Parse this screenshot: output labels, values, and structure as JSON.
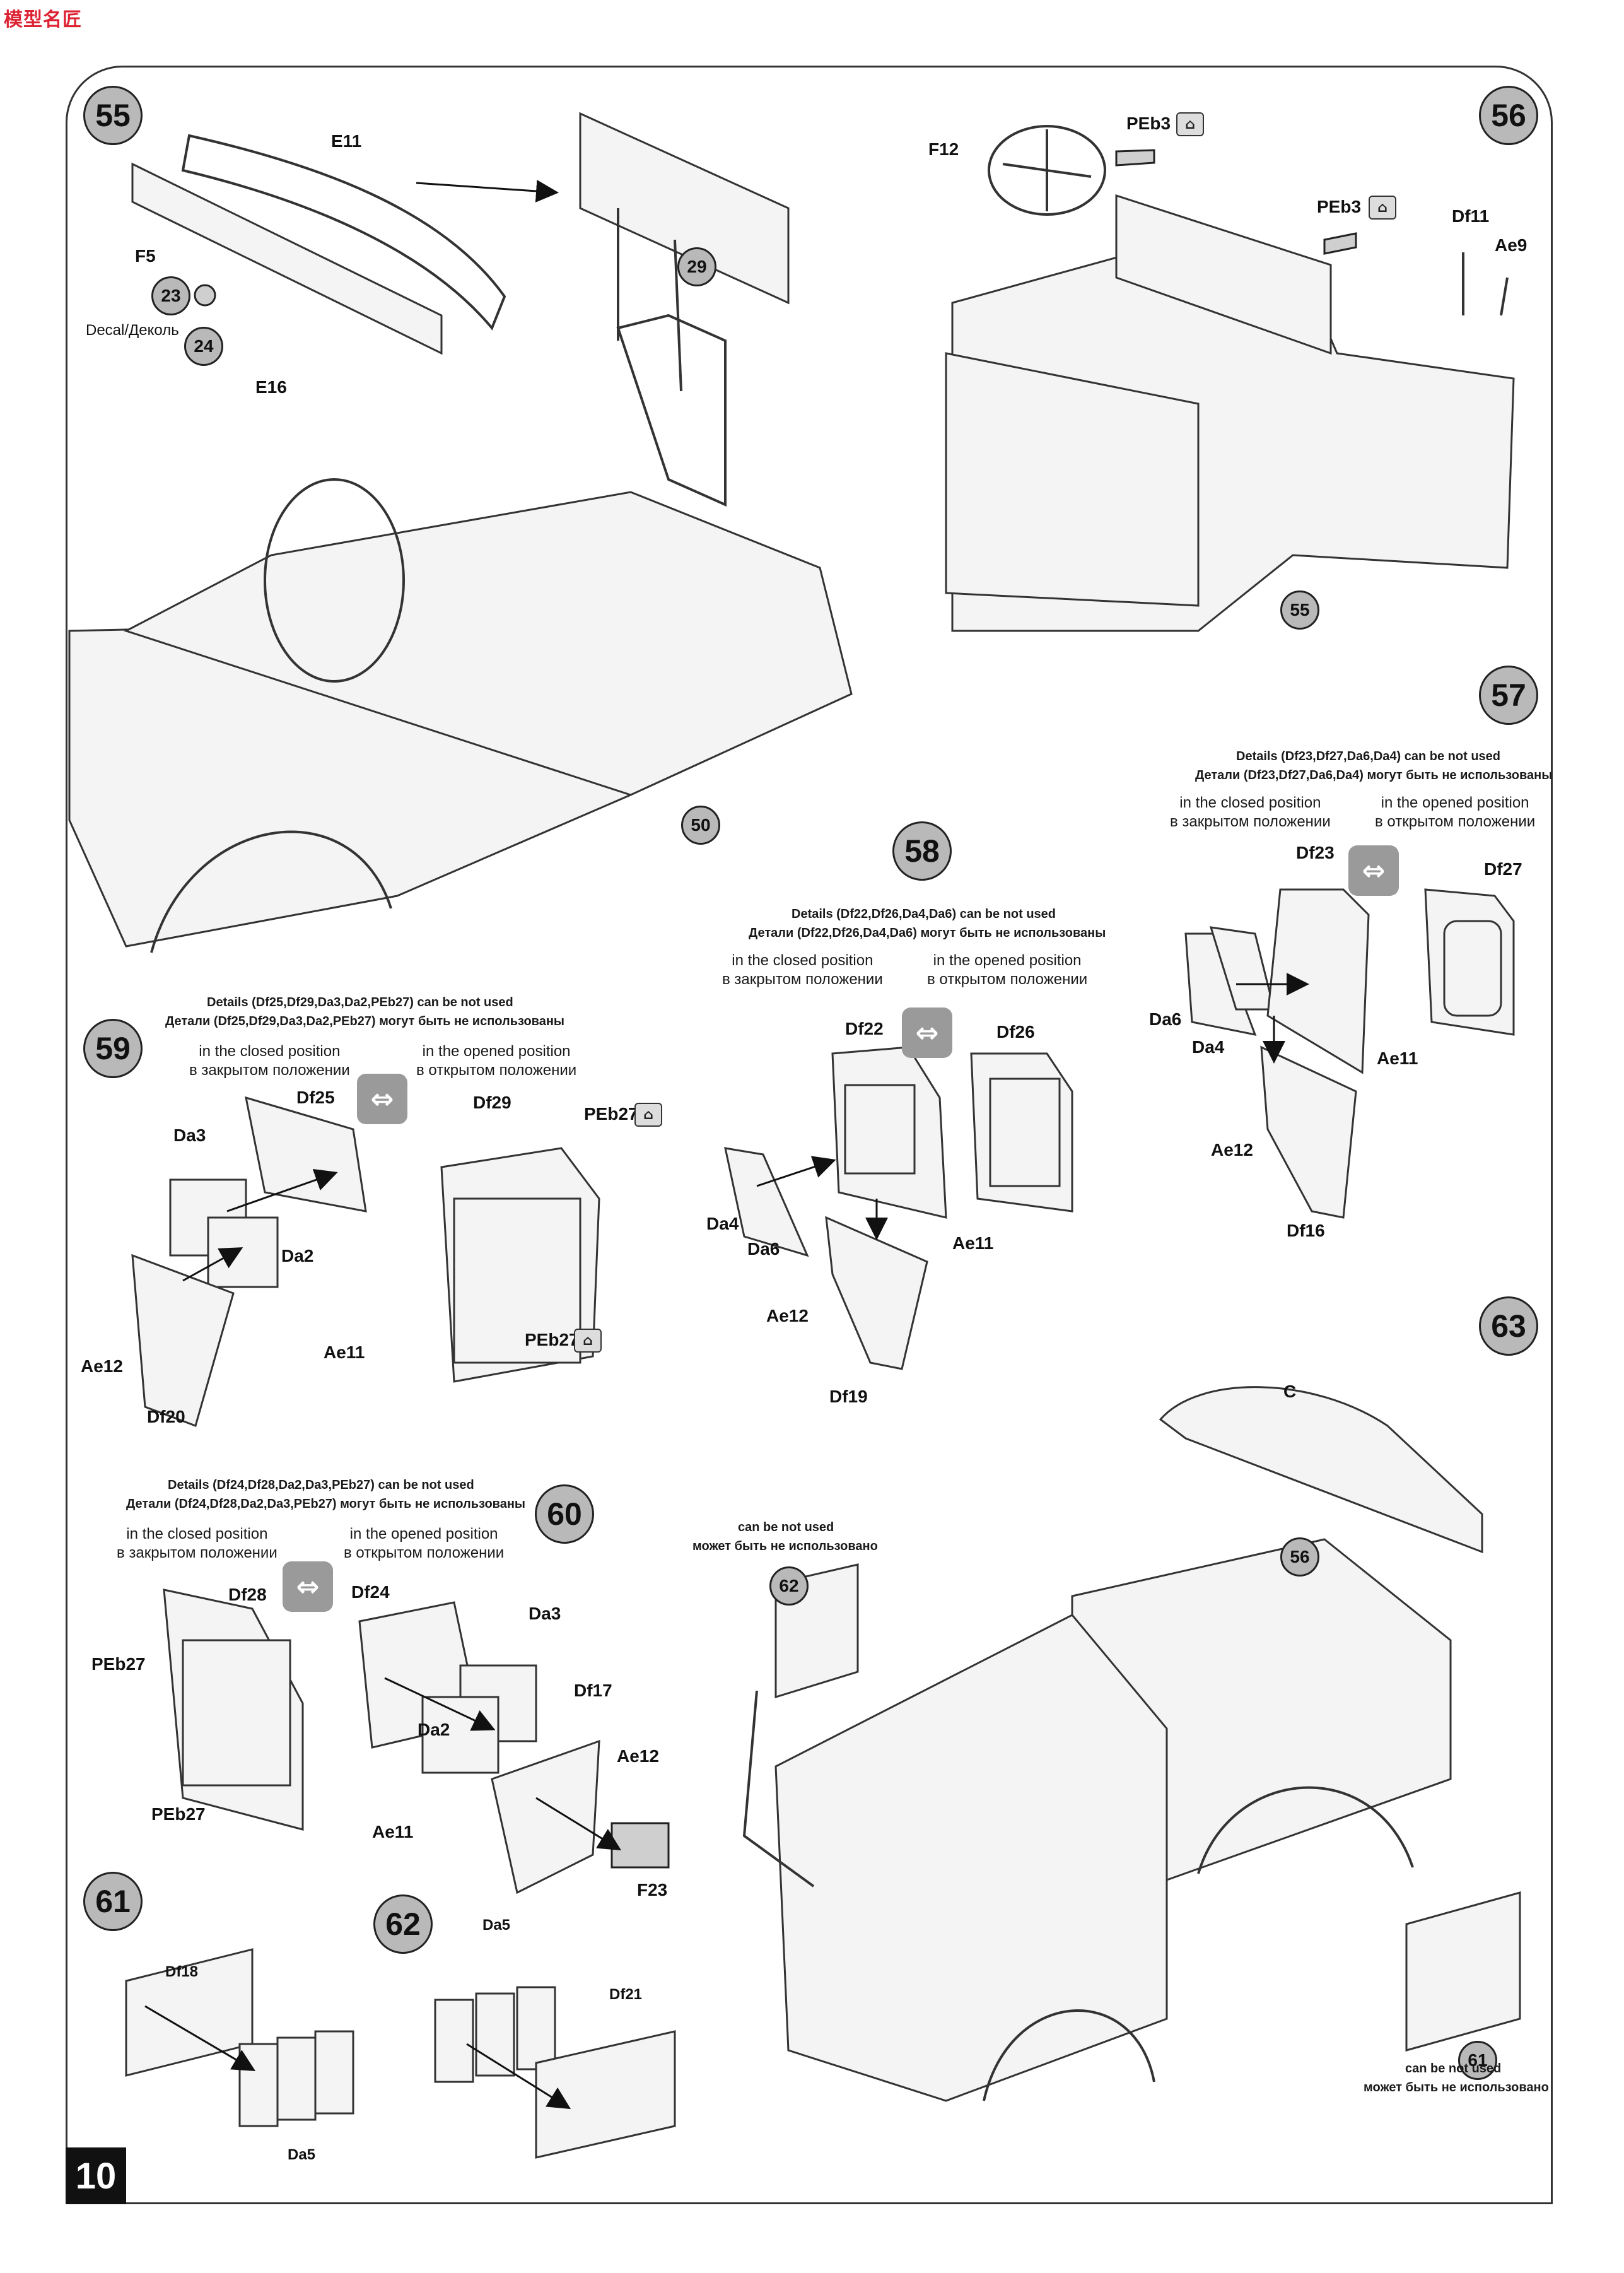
{
  "watermark": "模型名匠",
  "page_number": "10",
  "steps": {
    "s55": {
      "badge": "55",
      "labels": {
        "e11": "E11",
        "f5": "F5",
        "e16": "E16",
        "decal": "Decal/Деколь",
        "ref23": "23",
        "ref24": "24",
        "ref29": "29",
        "ref50": "50"
      }
    },
    "s56": {
      "badge": "56",
      "labels": {
        "f12": "F12",
        "peb3a": "PEb3",
        "peb3b": "PEb3",
        "df11": "Df11",
        "ae9": "Ae9",
        "ref55": "55"
      }
    },
    "s57": {
      "badge": "57",
      "note_en": "Details (Df23,Df27,Da6,Da4)  can be not used",
      "note_ru": "Детали (Df23,Df27,Da6,Da4) могут быть не использованы",
      "closed_en": "in the closed position",
      "closed_ru": "в закрытом положении",
      "opened_en": "in the opened position",
      "opened_ru": "в открытом положении",
      "labels": {
        "df23": "Df23",
        "df27": "Df27",
        "da6": "Da6",
        "da4": "Da4",
        "ae11": "Ae11",
        "ae12": "Ae12",
        "df16": "Df16"
      }
    },
    "s58": {
      "badge": "58",
      "note_en": "Details (Df22,Df26,Da4,Da6)  can be not used",
      "note_ru": "Детали (Df22,Df26,Da4,Da6) могут быть не использованы",
      "closed_en": "in the closed position",
      "closed_ru": "в закрытом положении",
      "opened_en": "in the opened position",
      "opened_ru": "в открытом положении",
      "labels": {
        "df22": "Df22",
        "df26": "Df26",
        "da4": "Da4",
        "da6": "Da6",
        "ae11": "Ae11",
        "ae12": "Ae12",
        "df19": "Df19"
      }
    },
    "s59": {
      "badge": "59",
      "note_en": "Details (Df25,Df29,Da3,Da2,PEb27)  can be not used",
      "note_ru": "Детали (Df25,Df29,Da3,Da2,PEb27) могут быть не использованы",
      "closed_en": "in the closed position",
      "closed_ru": "в закрытом положении",
      "opened_en": "in the opened position",
      "opened_ru": "в открытом положении",
      "labels": {
        "df25": "Df25",
        "da3": "Da3",
        "da2": "Da2",
        "ae12": "Ae12",
        "ae11": "Ae11",
        "df20": "Df20",
        "df29": "Df29",
        "peb27a": "PEb27",
        "peb27b": "PEb27"
      }
    },
    "s60": {
      "badge": "60",
      "note_en": "Details (Df24,Df28,Da2,Da3,PEb27)  can be not used",
      "note_ru": "Детали (Df24,Df28,Da2,Da3,PEb27) могут быть не использованы",
      "closed_en": "in the closed position",
      "closed_ru": "в закрытом положении",
      "opened_en": "in the opened position",
      "opened_ru": "в открытом положении",
      "labels": {
        "df28": "Df28",
        "peb27a": "PEb27",
        "peb27b": "PEb27",
        "df24": "Df24",
        "da3": "Da3",
        "da2": "Da2",
        "df17": "Df17",
        "ae12": "Ae12",
        "ae11": "Ae11",
        "f23": "F23"
      }
    },
    "s61": {
      "badge": "61",
      "labels": {
        "df18": "Df18",
        "da5": "Da5"
      }
    },
    "s62": {
      "badge": "62",
      "labels": {
        "da5": "Da5",
        "df21": "Df21"
      }
    },
    "s63": {
      "badge": "63",
      "labels": {
        "c": "C",
        "ref56": "56",
        "ref62": "62",
        "ref61": "61"
      },
      "note62_en": "can be not used",
      "note62_ru": "может быть не использовано",
      "note61_en": "can be not used",
      "note61_ru": "может быть не использовано"
    }
  }
}
